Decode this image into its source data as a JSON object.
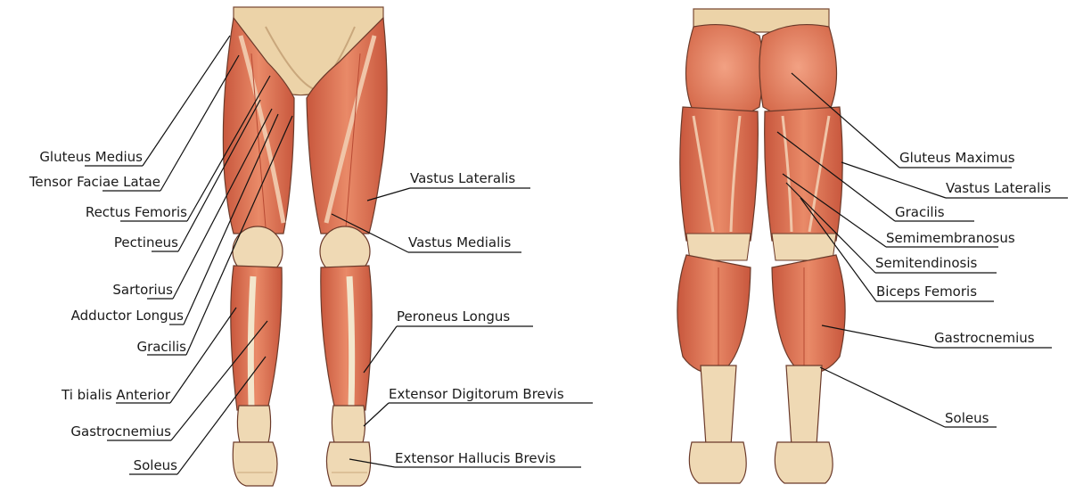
{
  "colors": {
    "skin": "#efd9b4",
    "muscle": "#e07a5a",
    "muscle_dark": "#c0523a",
    "muscle_light": "#f0a080",
    "tendon": "#f3e6cc",
    "outline": "#6b3a2a",
    "leader": "#111111"
  },
  "front": {
    "labels": [
      {
        "id": "gluteus-medius",
        "text": "Gluteus Medius"
      },
      {
        "id": "tensor-faciae-latae",
        "text": "Tensor Faciae Latae"
      },
      {
        "id": "rectus-femoris",
        "text": "Rectus Femoris"
      },
      {
        "id": "pectineus",
        "text": "Pectineus"
      },
      {
        "id": "sartorius",
        "text": "Sartorius"
      },
      {
        "id": "adductor-longus",
        "text": "Adductor Longus"
      },
      {
        "id": "gracilis",
        "text": "Gracilis"
      },
      {
        "id": "tibialis-anterior",
        "text": "Ti bialis Anterior"
      },
      {
        "id": "gastrocnemius",
        "text": "Gastrocnemius"
      },
      {
        "id": "soleus",
        "text": "Soleus"
      },
      {
        "id": "vastus-lateralis",
        "text": "Vastus Lateralis"
      },
      {
        "id": "vastus-medialis",
        "text": "Vastus Medialis"
      },
      {
        "id": "peroneus-longus",
        "text": "Peroneus Longus"
      },
      {
        "id": "extensor-digitorum-brevis",
        "text": "Extensor Digitorum Brevis"
      },
      {
        "id": "extensor-hallucis-brevis",
        "text": "Extensor Hallucis Brevis"
      }
    ]
  },
  "back": {
    "labels": [
      {
        "id": "gluteus-maximus",
        "text": "Gluteus Maximus"
      },
      {
        "id": "vastus-lateralis",
        "text": "Vastus Lateralis"
      },
      {
        "id": "gracilis",
        "text": "Gracilis"
      },
      {
        "id": "semimembranosus",
        "text": "Semimembranosus"
      },
      {
        "id": "semitendinosis",
        "text": "Semitendinosis"
      },
      {
        "id": "biceps-femoris",
        "text": "Biceps Femoris"
      },
      {
        "id": "gastrocnemius",
        "text": "Gastrocnemius"
      },
      {
        "id": "soleus",
        "text": "Soleus"
      }
    ]
  }
}
